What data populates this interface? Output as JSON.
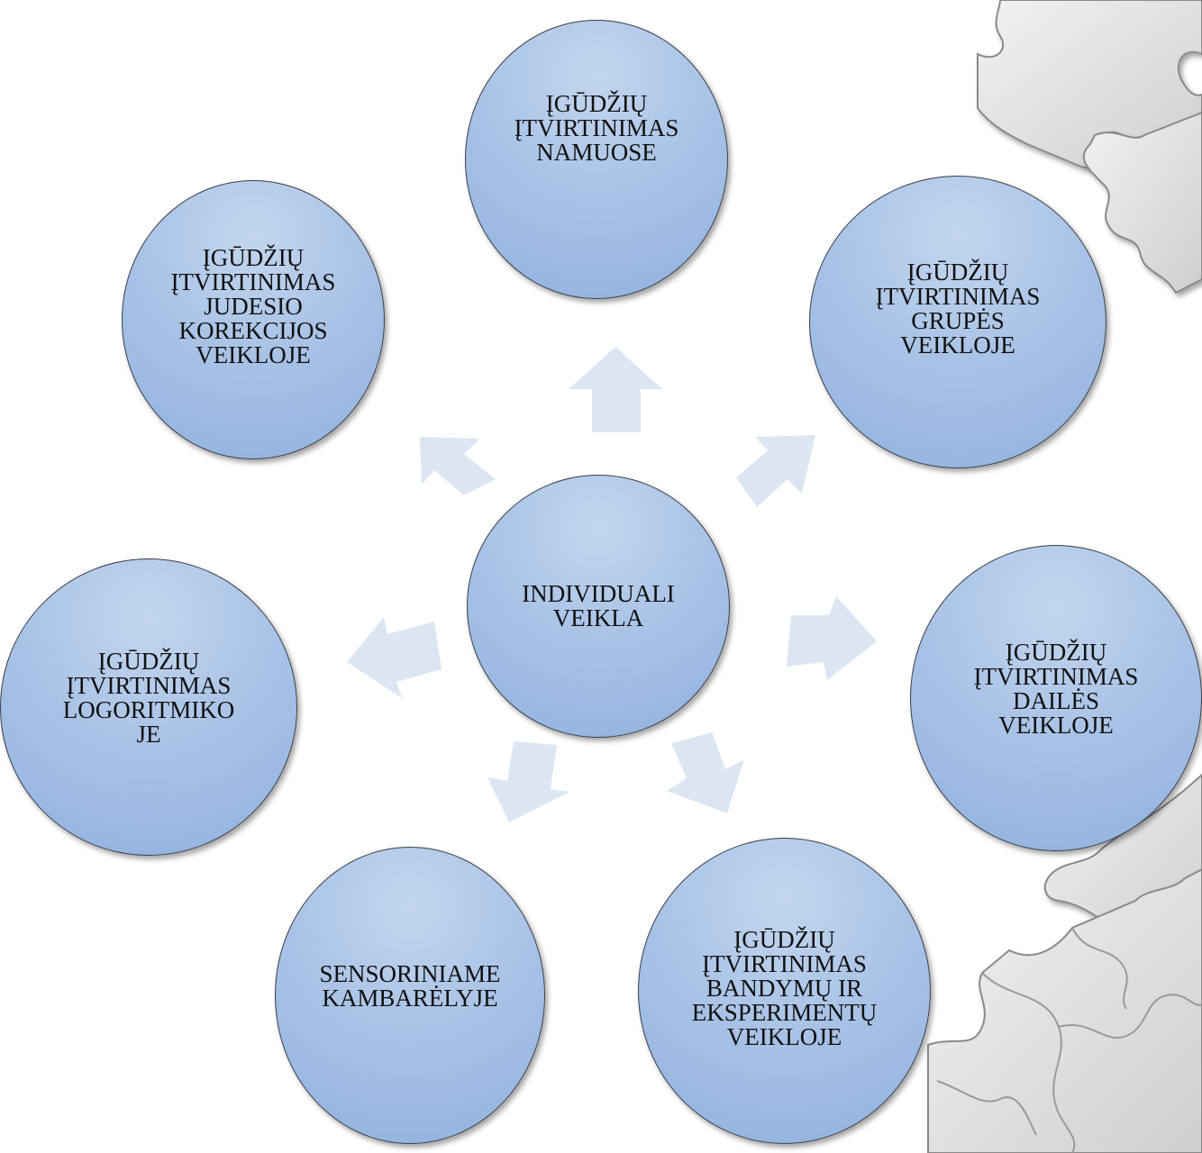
{
  "diagram": {
    "center": {
      "label": "INDIVIDUALI\nVEIKLA"
    },
    "nodes": [
      {
        "id": "namuose",
        "label": "ĮGŪDŽIŲ\nĮTVIRTINIMAS\nNAMUOSE"
      },
      {
        "id": "judesio",
        "label": "ĮGŪDŽIŲ\nĮTVIRTINIMAS\nJUDESIO\nKOREKCIJOS\nVEIKLOJE"
      },
      {
        "id": "grupes",
        "label": "ĮGŪDŽIŲ\nĮTVIRTINIMAS\nGRUPĖS\nVEIKLOJE"
      },
      {
        "id": "logoritmikoje",
        "label": "ĮGŪDŽIŲ\nĮTVIRTINIMAS\nLOGORITMIKO\nJE"
      },
      {
        "id": "dailes",
        "label": "ĮGŪDŽIŲ\nĮTVIRTINIMAS\nDAILĖS\nVEIKLOJE"
      },
      {
        "id": "sensoriniame",
        "label": "SENSORINIAME\nKAMBARĖLYJE"
      },
      {
        "id": "bandymu",
        "label": "ĮGŪDŽIŲ\nĮTVIRTINIMAS\nBANDYMŲ IR\nEKSPERIMENTŲ\nVEIKLOJE"
      }
    ],
    "colors": {
      "circle_fill_top": "#c3d6ee",
      "circle_fill_bottom": "#8fb1de",
      "arrow_fill": "#dce6f3",
      "circle_border": "#3a3f4a",
      "puzzle_fill": "#e6e6e6",
      "puzzle_stroke": "#8a8a8a"
    },
    "decoration": "puzzle-pieces"
  }
}
